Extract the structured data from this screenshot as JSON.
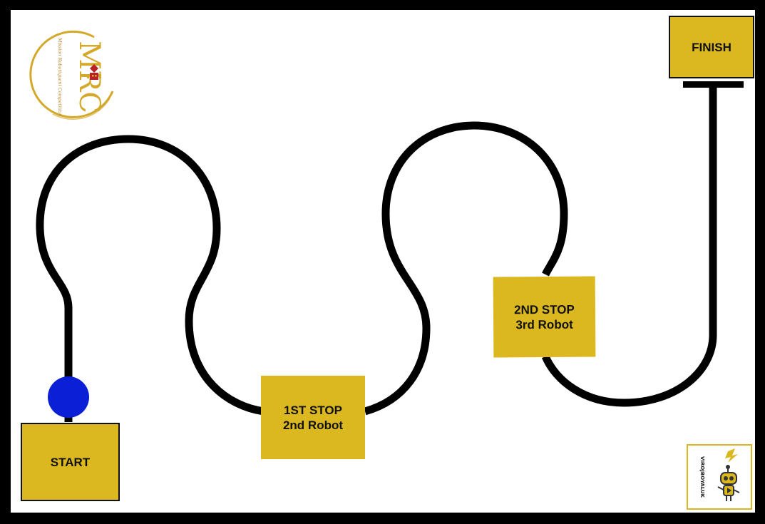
{
  "colors": {
    "frame": "#000000",
    "board": "#ffffff",
    "line": "#000000",
    "zone_fill": "#dbb720",
    "robot_marker": "#0a1fd6",
    "logo_gold": "#d4a82a",
    "logo_red": "#b8232a"
  },
  "logo": {
    "monogram": "MRC",
    "caption": "Mission Robotiqueni Competition",
    "icon": "robot-crest-icon"
  },
  "zones": {
    "start": {
      "label": "START"
    },
    "stop1": {
      "line1": "1ST STOP",
      "line2": "2nd Robot"
    },
    "stop2": {
      "line1": "2ND STOP",
      "line2": "3rd Robot"
    },
    "finish": {
      "label": "FINISH"
    }
  },
  "sponsor": {
    "text": "VIROJBOYALUK",
    "icon": "robot-mascot-icon"
  }
}
